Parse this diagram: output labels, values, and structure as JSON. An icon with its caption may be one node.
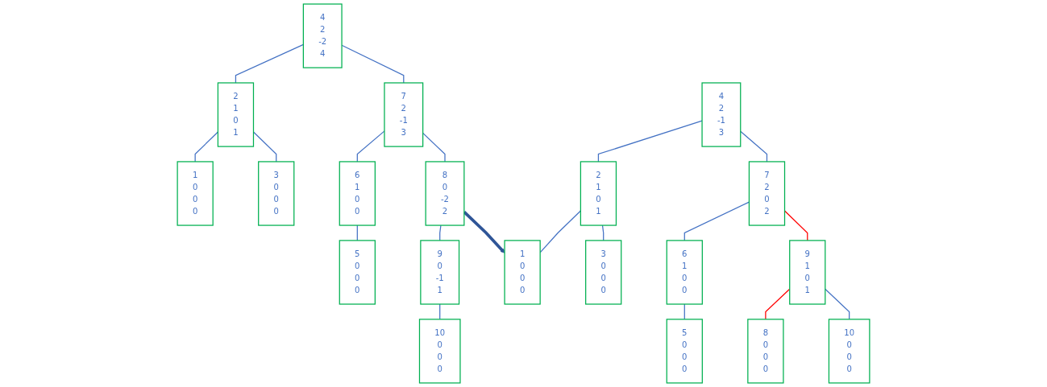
{
  "diagram": {
    "nodes": [
      {
        "text": [
          "4",
          "2",
          "-2",
          "4"
        ]
      },
      {
        "text": [
          "2",
          "1",
          "0",
          "1"
        ]
      },
      {
        "text": [
          "7",
          "2",
          "-1",
          "3"
        ]
      },
      {
        "text": [
          "1",
          "0",
          "0",
          "0"
        ]
      },
      {
        "text": [
          "3",
          "0",
          "0",
          "0"
        ]
      },
      {
        "text": [
          "6",
          "1",
          "0",
          "0"
        ]
      },
      {
        "text": [
          "8",
          "0",
          "-2",
          "2"
        ]
      },
      {
        "text": [
          "5",
          "0",
          "0",
          "0"
        ]
      },
      {
        "text": [
          "9",
          "0",
          "-1",
          "1"
        ]
      },
      {
        "text": [
          "10",
          "0",
          "0",
          "0"
        ]
      },
      {
        "text": [
          "4",
          "2",
          "-1",
          "3"
        ]
      },
      {
        "text": [
          "2",
          "1",
          "0",
          "1"
        ]
      },
      {
        "text": [
          "7",
          "2",
          "0",
          "2"
        ]
      },
      {
        "text": [
          "1",
          "0",
          "0",
          "0"
        ]
      },
      {
        "text": [
          "3",
          "0",
          "0",
          "0"
        ]
      },
      {
        "text": [
          "6",
          "1",
          "0",
          "0"
        ]
      },
      {
        "text": [
          "9",
          "1",
          "0",
          "1"
        ]
      },
      {
        "text": [
          "5",
          "0",
          "0",
          "0"
        ]
      },
      {
        "text": [
          "8",
          "0",
          "0",
          "0"
        ]
      },
      {
        "text": [
          "10",
          "0",
          "0",
          "0"
        ]
      }
    ],
    "edges": [
      {
        "from": 0,
        "to": 1,
        "arrow": "none"
      },
      {
        "from": 0,
        "to": 2,
        "arrow": "none"
      },
      {
        "from": 1,
        "to": 3,
        "arrow": "none"
      },
      {
        "from": 1,
        "to": 4,
        "arrow": "none"
      },
      {
        "from": 2,
        "to": 5,
        "arrow": "none"
      },
      {
        "from": 2,
        "to": 6,
        "arrow": "none"
      },
      {
        "from": 5,
        "to": 7,
        "arrow": "none"
      },
      {
        "from": 6,
        "to": 8,
        "arrow": "none"
      },
      {
        "from": 8,
        "to": 9,
        "arrow": "none"
      },
      {
        "from": 10,
        "to": 11,
        "arrow": "none"
      },
      {
        "from": 10,
        "to": 12,
        "arrow": "none"
      },
      {
        "from": 11,
        "to": 13,
        "arrow": "none"
      },
      {
        "from": 11,
        "to": 14,
        "arrow": "none"
      },
      {
        "from": 12,
        "to": 15,
        "arrow": "none"
      },
      {
        "from": 12,
        "to": 16,
        "arrow": "none",
        "color": "#ff0000"
      },
      {
        "from": 15,
        "to": 17,
        "arrow": "none"
      },
      {
        "from": 16,
        "to": 18,
        "arrow": "none",
        "color": "#ff0000"
      },
      {
        "from": 16,
        "to": 19,
        "arrow": "none"
      },
      {
        "from": 6,
        "to": 13,
        "arrow": "to",
        "style": "thick",
        "color": "#2f5597"
      }
    ]
  }
}
